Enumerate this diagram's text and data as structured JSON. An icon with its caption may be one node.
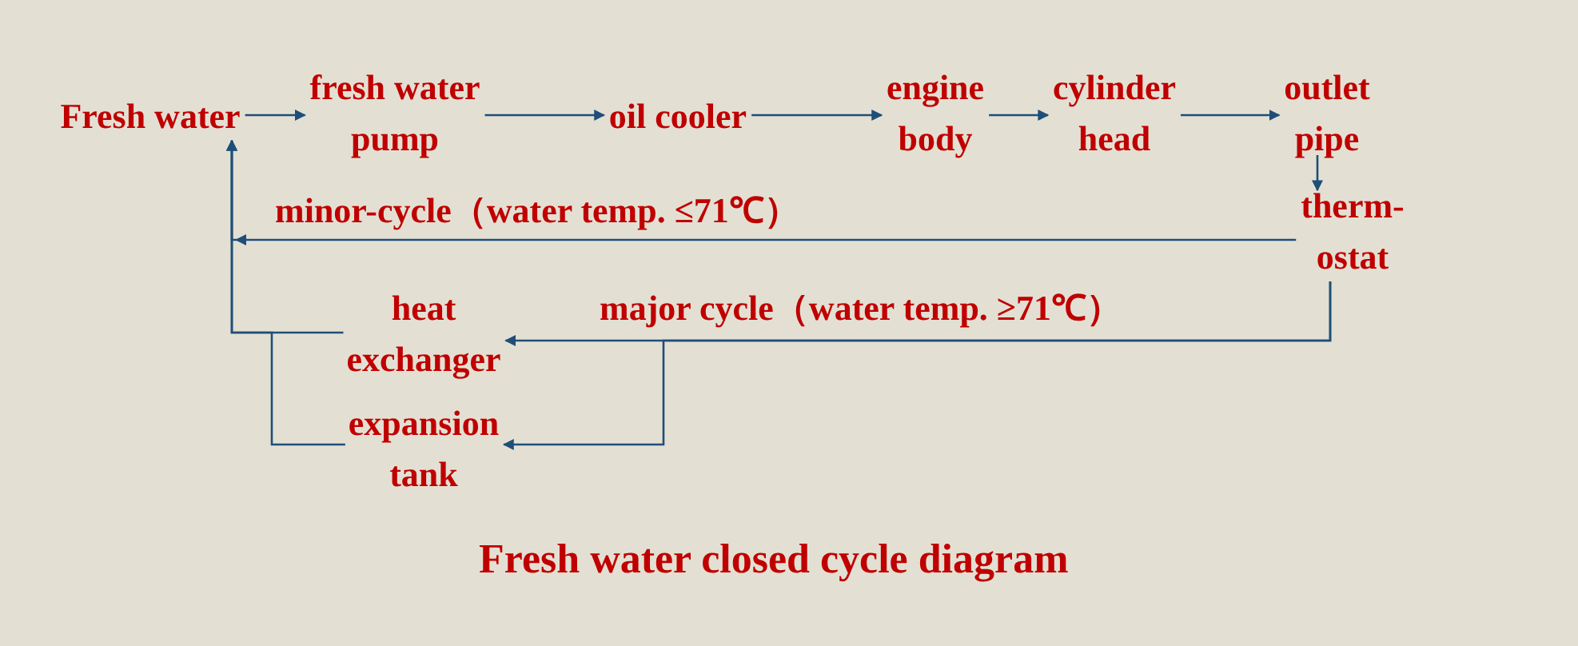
{
  "diagram": {
    "caption": "Fresh water closed cycle diagram",
    "nodes": [
      {
        "text": [
          "Fresh water"
        ]
      },
      {
        "text": [
          "fresh water pump"
        ]
      },
      {
        "text": [
          "oil cooler"
        ]
      },
      {
        "text": [
          "engine body"
        ]
      },
      {
        "text": [
          "cylinder head"
        ]
      },
      {
        "text": [
          "outlet pipe"
        ]
      },
      {
        "text": [
          "therm-ostat"
        ]
      },
      {
        "text": [
          "heat exchanger"
        ]
      },
      {
        "text": [
          "expansion tank"
        ]
      }
    ],
    "edges": [
      {
        "from": 0,
        "to": 1,
        "arrow": "to"
      },
      {
        "from": 1,
        "to": 2,
        "arrow": "to"
      },
      {
        "from": 2,
        "to": 3,
        "arrow": "to"
      },
      {
        "from": 3,
        "to": 4,
        "arrow": "to"
      },
      {
        "from": 4,
        "to": 5,
        "arrow": "to"
      },
      {
        "from": 5,
        "to": 6,
        "arrow": "to"
      },
      {
        "from": 6,
        "to": 0,
        "arrow": "to",
        "label": "minor-cycle（water temp. ≤71℃）"
      },
      {
        "from": 6,
        "to": 7,
        "arrow": "to",
        "label": "major cycle（water temp. ≥71℃）"
      },
      {
        "from": 6,
        "to": 8,
        "arrow": "to"
      },
      {
        "from": 7,
        "to": 0,
        "arrow": "to"
      },
      {
        "from": 8,
        "to": 0,
        "arrow": "to"
      }
    ]
  }
}
